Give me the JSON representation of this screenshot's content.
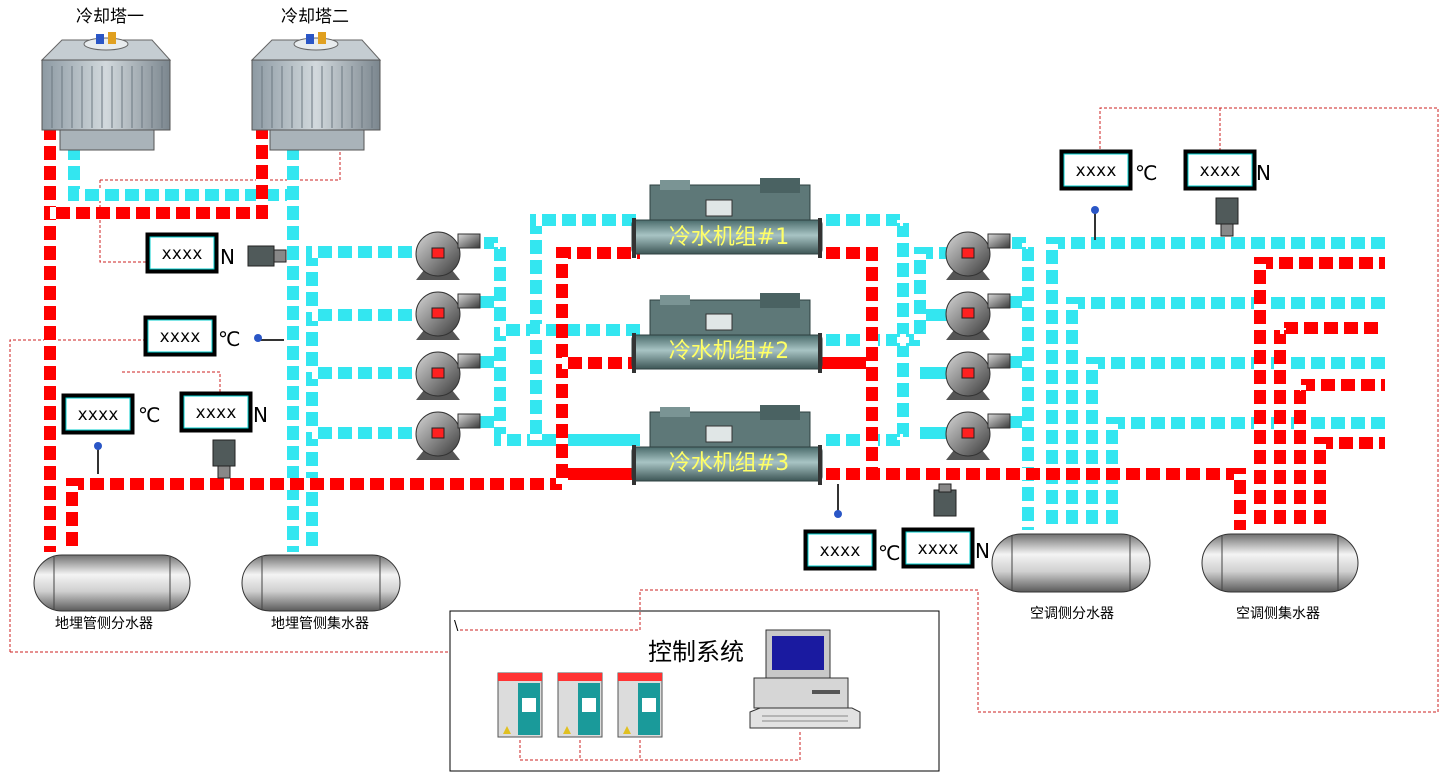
{
  "towers": [
    {
      "label": "冷却塔一"
    },
    {
      "label": "冷却塔二"
    }
  ],
  "chillers": [
    {
      "label": "冷水机组#1"
    },
    {
      "label": "冷水机组#2"
    },
    {
      "label": "冷水机组#3"
    }
  ],
  "tanks": [
    {
      "label": "地埋管侧分水器"
    },
    {
      "label": "地埋管侧集水器"
    },
    {
      "label": "空调侧分水器"
    },
    {
      "label": "空调侧集水器"
    }
  ],
  "displays": [
    {
      "value": "xxxx",
      "unit": "N"
    },
    {
      "value": "xxxx",
      "unit": "℃"
    },
    {
      "value": "xxxx",
      "unit": "℃"
    },
    {
      "value": "xxxx",
      "unit": "N"
    },
    {
      "value": "xxxx",
      "unit": "℃"
    },
    {
      "value": "xxxx",
      "unit": "N"
    },
    {
      "value": "xxxx",
      "unit": "℃"
    },
    {
      "value": "xxxx",
      "unit": "N"
    }
  ],
  "control": {
    "label": "控制系统",
    "marker": "\\"
  },
  "colors": {
    "hot": "#ff0000",
    "cold": "#33e6f0",
    "signal": "#cc2222"
  }
}
